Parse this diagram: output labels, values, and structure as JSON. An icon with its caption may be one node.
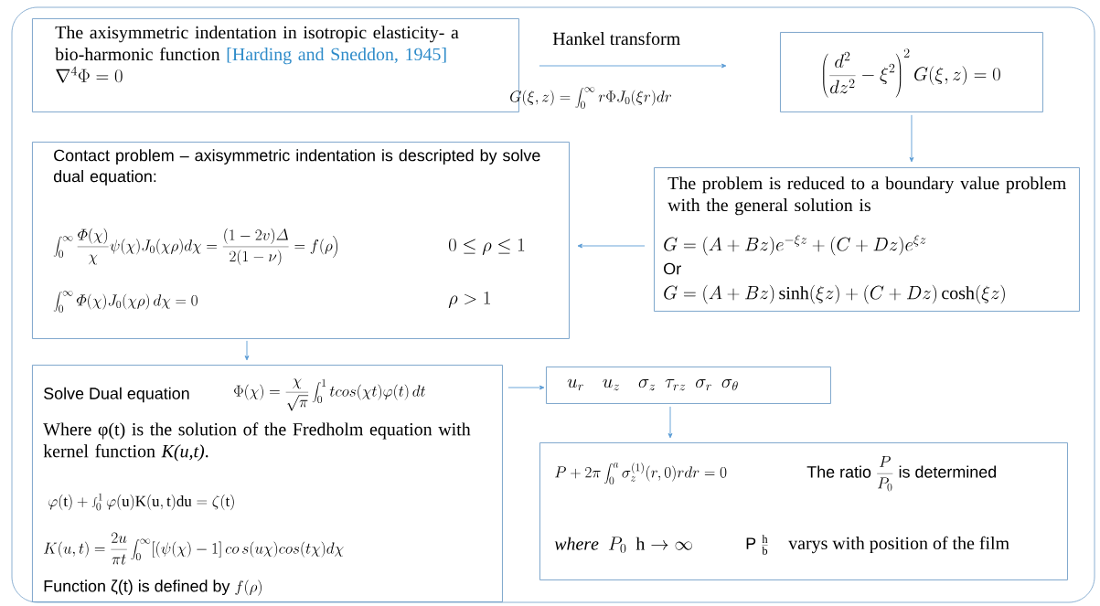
{
  "diagram": {
    "nodes": [
      {
        "text": [
          "The axisymmetric indentation in isotropic elasticity- a bio-harmonic function",
          "[Harding and Sneddon, 1945]",
          "\\nabla^4\\Phi=0"
        ]
      },
      {
        "text": [
          "\\left(\\frac{d^2}{dz^2}-\\xi^2\\right)^2 G(\\xi,z)=0"
        ]
      },
      {
        "text": [
          "Contact problem – axisymmetric indentation  is descripted by solve dual equation:",
          "\\int_0^\\infty\\frac{\\mathnormal{\\Phi}(\\chi)}{\\chi}\\psi(\\chi)J_0(\\chi\\rho)d\\chi=\\frac{(1-2v)\\mathnormal{\\Delta}}{2(1-\\nu)}=f(\\rho\\biggr)",
          "0\\le\\rho\\le 1",
          "\\int_0^\\infty\\mathnormal{\\Phi}(\\chi)J_0(\\chi\\rho)\\,d\\chi=0",
          "\\rho>1"
        ]
      },
      {
        "text": [
          "The problem is reduced to a boundary value problem with the general solution is",
          "G=(A+Bz)e^{-\\xi z}+(C+Dz)e^{\\xi z}",
          "Or",
          "G=(A+Bz)\\sinh(\\xi z)+(C+Dz)\\cosh(\\xi z)"
        ]
      },
      {
        "text": [
          "Solve Dual equation",
          "\\Phi(\\chi)=\\frac{\\chi}{\\sqrt{\\pi}}\\int_0^1 tcos(\\chi t)\\varphi(t)\\,dt",
          "Where φ(t)  is the solution of the Fredholm equation with kernel function *K(u,t)*.",
          "\\varphi(\\mathrm{t})+\\int_0^1\\varphi(\\mathrm{u})\\mathrm{K}(\\mathrm{u,t})\\mathrm{du}=\\zeta(\\mathrm{t})",
          "K(u,t)=\\frac{2u}{\\pi t}\\int_0^\\infty[(\\psi(\\chi)-1]\\,co\\,s(u\\chi)cos(t\\chi)d\\chi",
          "Function ζ(t)  is defined by",
          "f(\\rho)"
        ]
      },
      {
        "text": [
          "u_r\\quad u_z\\quad \\sigma_z\\ \\ \\tau_{rz}\\ \\ \\sigma_r\\ \\ \\sigma_\\theta"
        ]
      },
      {
        "text": [
          "P+2\\pi\\int_0^a\\sigma_z^{(1)}(r,0)rdr=0",
          "The ratio",
          "\\frac{P}{P_0}",
          "is determined",
          "\\mathit{where}\\ \\ P_0\\ \\ \\mathrm{h}\\rightarrow\\infty",
          "P",
          "\\frac{\\mathrm{h}}{\\mathrm{b}}",
          "varys with position of the film"
        ]
      }
    ],
    "edges": [
      {
        "from": 0,
        "to": 1,
        "arrow": "to",
        "label": "Hankel transform"
      },
      {
        "from": 1,
        "to": 3,
        "arrow": "to"
      },
      {
        "from": 3,
        "to": 2,
        "arrow": "to"
      },
      {
        "from": 2,
        "to": 4,
        "arrow": "to"
      },
      {
        "from": 4,
        "to": 5,
        "arrow": "to"
      },
      {
        "from": 5,
        "to": 6,
        "arrow": "to"
      }
    ],
    "labels": [
      "G(\\xi,z)=\\int_0^\\infty r\\Phi J_0(\\xi r)dr"
    ]
  }
}
